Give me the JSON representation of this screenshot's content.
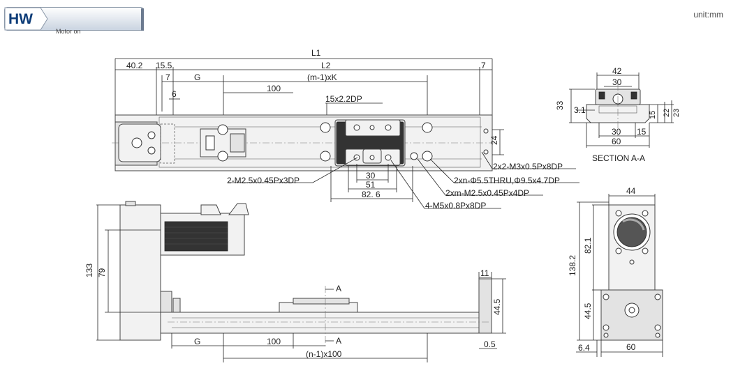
{
  "header": {
    "badge_code": "HW",
    "badge_caption": "Motor on",
    "unit_label": "unit:mm"
  },
  "top_view": {
    "dims": {
      "L1": "L1",
      "d40_2": "40.2",
      "d15_5": "15.5",
      "L2": "L2",
      "d7_right": "7",
      "d7_left": "7",
      "G": "G",
      "mK": "(m-1)xK",
      "d6": "6",
      "d100": "100",
      "d15x": "15x2.2DP",
      "d24": "24",
      "d30": "30",
      "d51": "51",
      "d82_6": "82. 6"
    },
    "notes": {
      "n1": "2x2-M3x0.5Px8DP",
      "n2": "2xn-Φ5.5THRU,Φ9.5x4.7DP",
      "n3": "2xm-M2.5x0.45Px4DP",
      "n4": "4-M5x0.8Px8DP",
      "n5": "2-M2.5x0.45Px3DP"
    }
  },
  "section_view": {
    "title": "SECTION A-A",
    "dims": {
      "d42": "42",
      "d30_top": "30",
      "d33": "33",
      "d3_1": "3.1",
      "d15": "15",
      "d22": "22",
      "d23": "23",
      "d30_bot": "30",
      "d15_bot": "15",
      "d60": "60"
    }
  },
  "side_view": {
    "dims": {
      "d133": "133",
      "d79": "79",
      "d11": "11",
      "d44_5": "44.5",
      "G": "G",
      "d100": "100",
      "d0_5": "0.5",
      "n100": "(n-1)x100",
      "A_top": "A",
      "A_bot": "A"
    }
  },
  "end_view": {
    "dims": {
      "d44": "44",
      "d82_1": "82.1",
      "d138_2": "138.2",
      "d44_5": "44.5",
      "d6_4": "6.4",
      "d60": "60"
    }
  }
}
